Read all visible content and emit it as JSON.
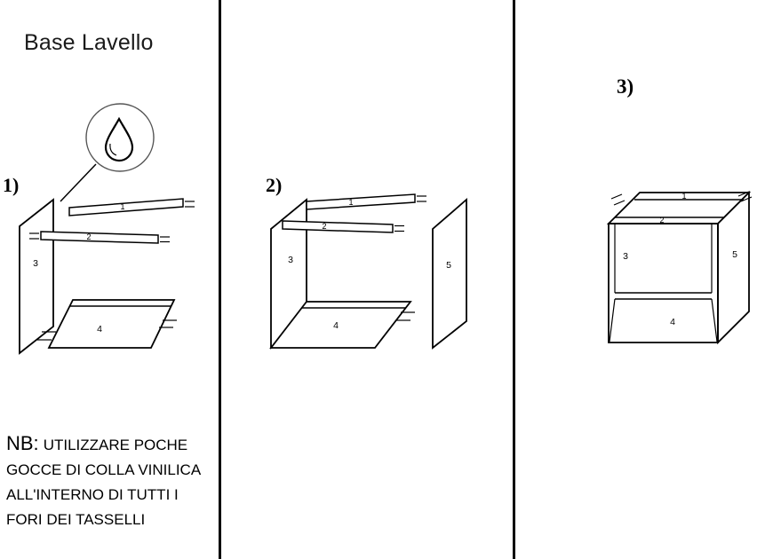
{
  "title": "Base Lavello",
  "steps": {
    "step1": {
      "label": "1)"
    },
    "step2": {
      "label": "2)"
    },
    "step3": {
      "label": "3)"
    }
  },
  "parts": {
    "top_rail": "1",
    "mid_rail": "2",
    "left_panel": "3",
    "bottom_panel": "4",
    "right_panel": "5"
  },
  "note": {
    "nb": "NB:",
    "line1": "UTILIZZARE POCHE",
    "line2": "GOCCE DI COLLA VINILICA",
    "line3": "ALL'INTERNO DI TUTTI I",
    "line4": "FORI DEI TASSELLI"
  }
}
